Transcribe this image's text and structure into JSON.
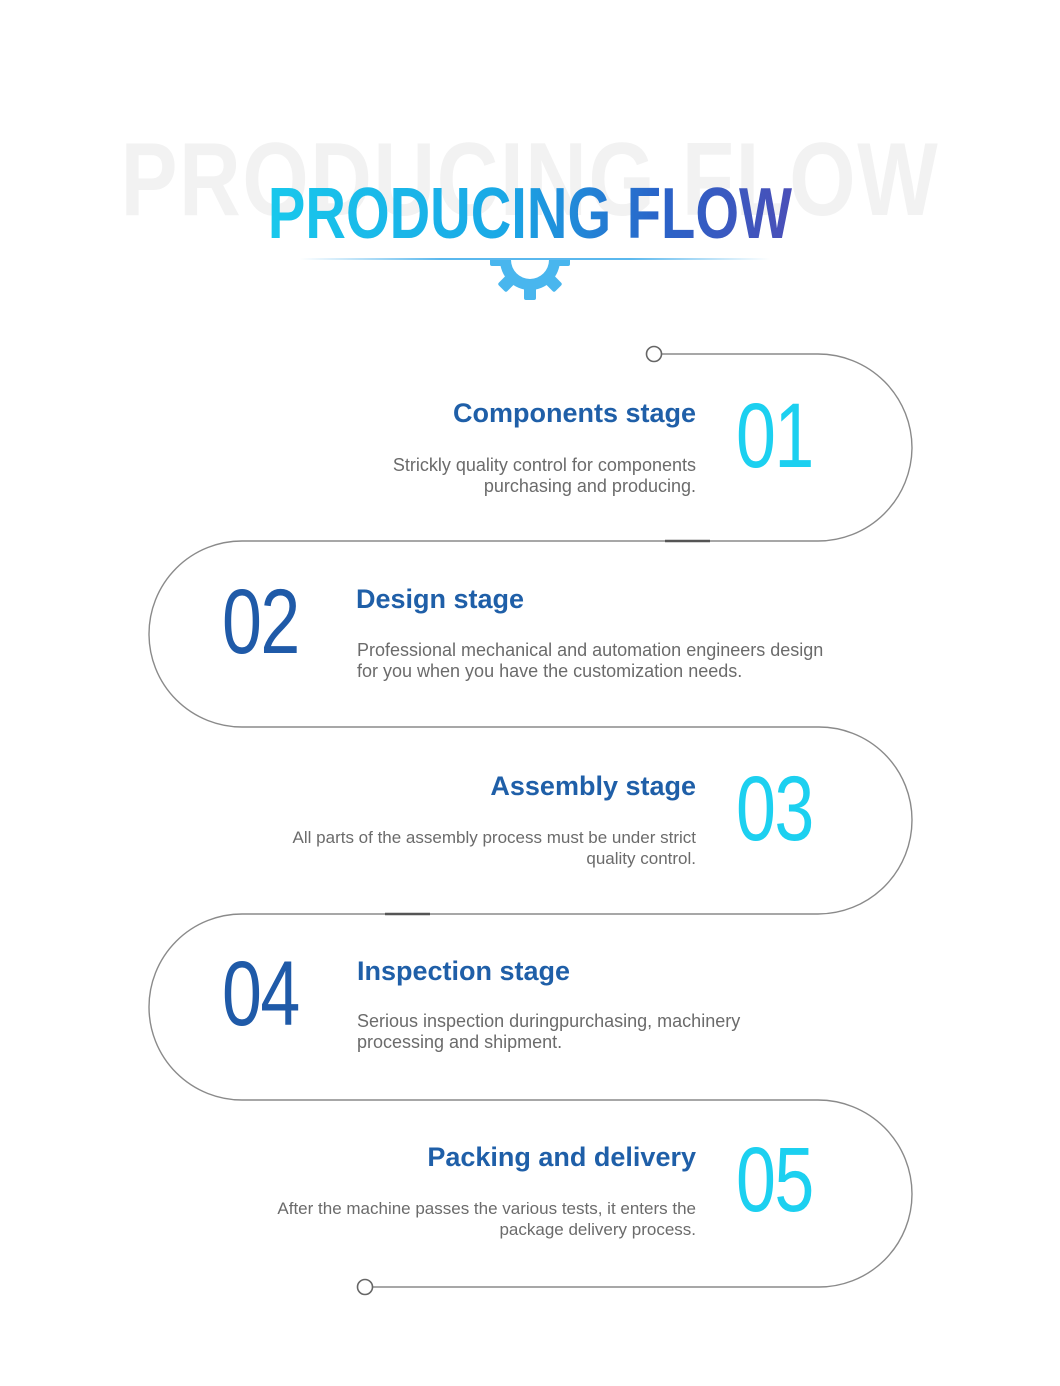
{
  "header": {
    "background_text": "PRODUCING FLOW",
    "title": "PRODUCING FLOW",
    "icon": "gear-icon"
  },
  "colors": {
    "cyan": "#1cd0f0",
    "navy": "#1f5aa8",
    "title_blue": "#1f5fa8",
    "desc_gray": "#6b6b6b",
    "track_gray": "#8a8a8a"
  },
  "stages": [
    {
      "number": "01",
      "title": "Components stage",
      "description_line1": "Strickly quality control for components",
      "description_line2": "purchasing and producing."
    },
    {
      "number": "02",
      "title": "Design stage",
      "description_line1": "Professional mechanical and automation engineers design",
      "description_line2": "for you when you have the customization needs."
    },
    {
      "number": "03",
      "title": "Assembly stage",
      "description_line1": "All parts of the assembly process must be under strict",
      "description_line2": "quality control."
    },
    {
      "number": "04",
      "title": "Inspection stage",
      "description_line1": "Serious inspection duringpurchasing, machinery",
      "description_line2": "processing and shipment."
    },
    {
      "number": "05",
      "title": "Packing and delivery",
      "description_line1": "After the machine passes the various tests, it enters the",
      "description_line2": "package delivery process."
    }
  ]
}
